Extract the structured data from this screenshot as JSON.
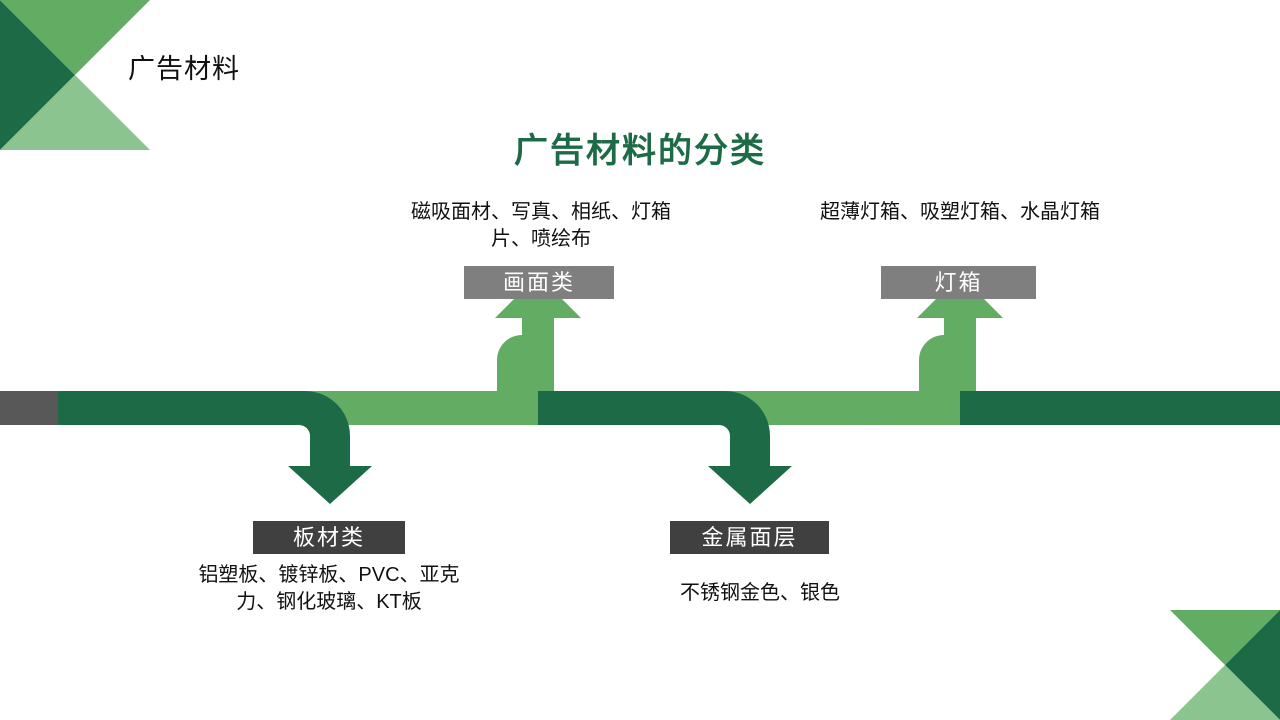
{
  "slide": {
    "header_label": "广告材料",
    "title": "广告材料的分类",
    "background_color": "#ffffff"
  },
  "colors": {
    "dark_green": "#1d6b46",
    "mid_green": "#62ad63",
    "light_green": "#8cc490",
    "chip_gray": "#7f7f7f",
    "chip_dark_gray": "#404040",
    "cap_gray": "#585858",
    "title_green": "#1d6b46",
    "text_black": "#111111"
  },
  "decorations": {
    "top_left": {
      "name": "corner-triangles-top-left",
      "triangles": [
        {
          "name": "dark-green-left-triangle",
          "color": "#1d6b46"
        },
        {
          "name": "mid-green-top-triangle",
          "color": "#62ad63"
        },
        {
          "name": "light-green-bottom-triangle",
          "color": "#8cc490"
        }
      ]
    },
    "bottom_right": {
      "name": "corner-triangles-bottom-right",
      "triangles": [
        {
          "name": "mid-green-top-triangle",
          "color": "#62ad63"
        },
        {
          "name": "dark-green-right-triangle",
          "color": "#1d6b46"
        },
        {
          "name": "light-green-bottom-triangle",
          "color": "#8cc490"
        }
      ]
    }
  },
  "diagram": {
    "type": "process-ribbon-with-branch-arrows",
    "ribbon": {
      "cap_label": "",
      "cap_color": "#585858",
      "base_color": "#62ad63",
      "overlay_color": "#1d6b46"
    },
    "branches": [
      {
        "id": "bancai",
        "direction": "down",
        "arrow_color": "#1d6b46",
        "chip_label": "板材类",
        "chip_color": "#404040",
        "description": "铝塑板、镀锌板、PVC、亚克力、钢化玻璃、KT板"
      },
      {
        "id": "huamian",
        "direction": "up",
        "arrow_color": "#62ad63",
        "chip_label": "画面类",
        "chip_color": "#7f7f7f",
        "description": "磁吸面材、写真、相纸、灯箱片、喷绘布"
      },
      {
        "id": "jinshu",
        "direction": "down",
        "arrow_color": "#1d6b46",
        "chip_label": "金属面层",
        "chip_color": "#404040",
        "description": "不锈钢金色、银色"
      },
      {
        "id": "dengxiang",
        "direction": "up",
        "arrow_color": "#62ad63",
        "chip_label": "灯箱",
        "chip_color": "#7f7f7f",
        "description": "超薄灯箱、吸塑灯箱、水晶灯箱"
      }
    ]
  }
}
